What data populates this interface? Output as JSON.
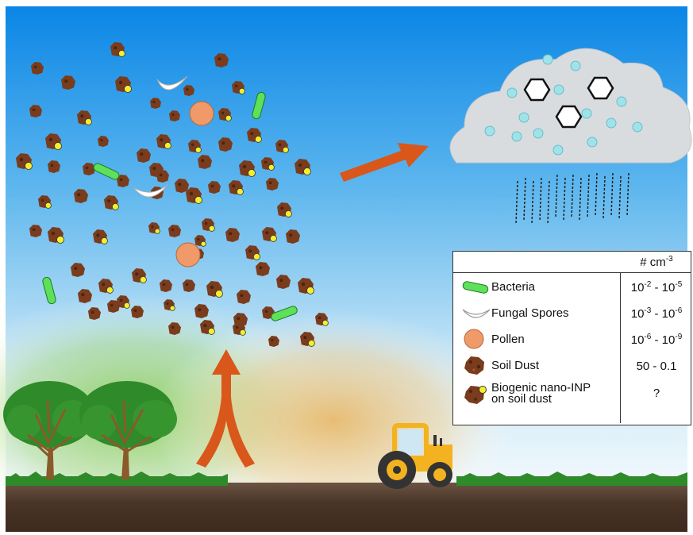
{
  "legend": {
    "unit_prefix": "# cm",
    "unit_exp": "-3",
    "rows": [
      {
        "name": "Bacteria",
        "v1": "10",
        "e1": "-2",
        "sep": " - ",
        "v2": "10",
        "e2": "-5",
        "symbol": "bacteria-icon"
      },
      {
        "name": "Fungal Spores",
        "v1": "10",
        "e1": "-3",
        "sep": " - ",
        "v2": "10",
        "e2": "-6",
        "symbol": "fungal-spore-icon"
      },
      {
        "name": "Pollen",
        "v1": "10",
        "e1": "-6",
        "sep": " - ",
        "v2": "10",
        "e2": "-9",
        "symbol": "pollen-icon"
      },
      {
        "name": "Soil Dust",
        "value": "50 - 0.1",
        "symbol": "soil-dust-icon"
      },
      {
        "name_line1": "Biogenic nano-INP",
        "name_line2": "on soil dust",
        "value": "?",
        "symbol": "nano-inp-icon"
      }
    ]
  },
  "colors": {
    "sky_top": "#0a86e6",
    "sky_bottom": "#ffffff",
    "ground": "#4a3527",
    "grass": "#2f8a2a",
    "soil_dust": "#7a3c1c",
    "nano_inp": "#f6ee2c",
    "bacteria": "#5ee05a",
    "pollen": "#ef9a68",
    "cloud": "#d9dcdf",
    "droplet": "#9fe3ea",
    "arrow": "#d9571a",
    "tractor": "#f3b21f"
  }
}
